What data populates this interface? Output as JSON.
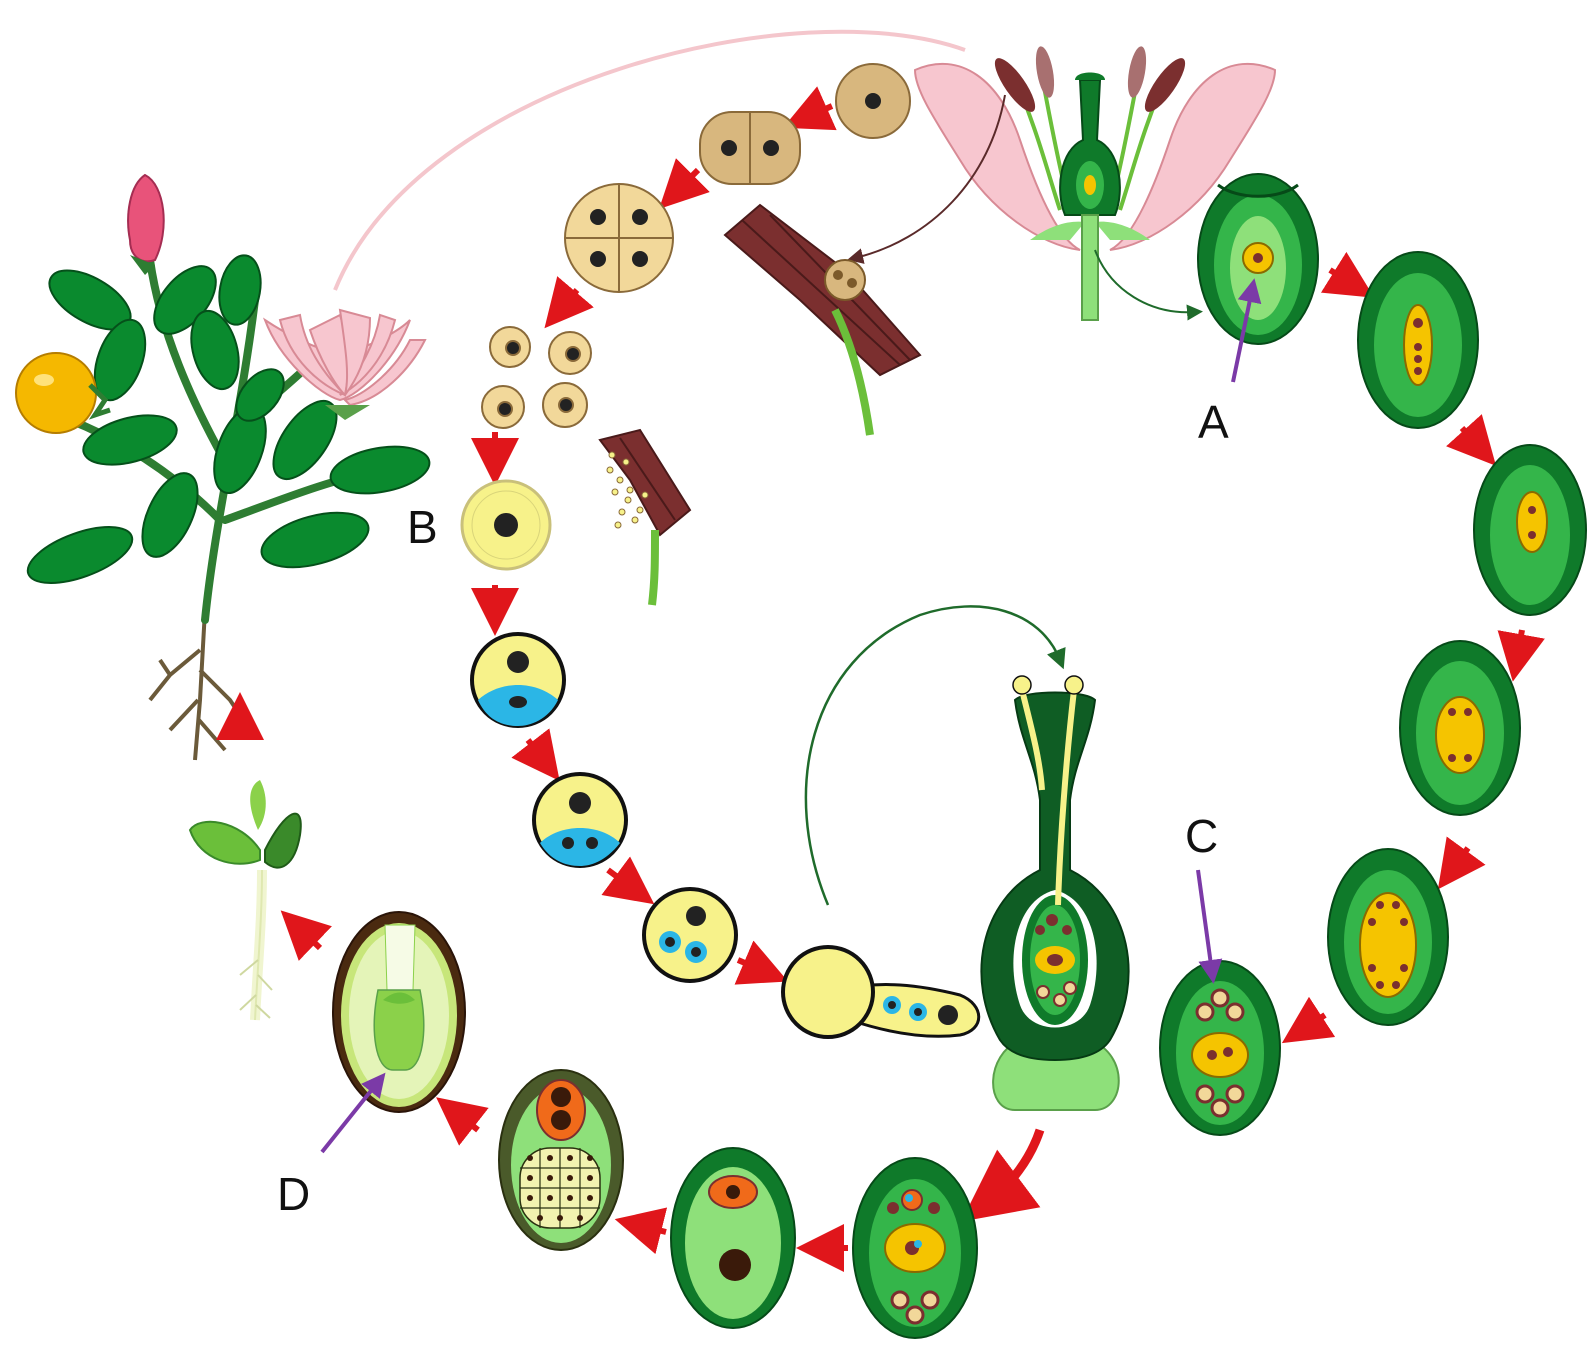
{
  "labels": {
    "a": "A",
    "b": "B",
    "c": "C",
    "d": "D"
  },
  "colors": {
    "leaf": "#0a8a2e",
    "stem": "#2e7d32",
    "petal": "#f7c6cf",
    "bud": "#e8537a",
    "fruit": "#f5b800",
    "anther": "#7b2f2f",
    "pollen_tan": "#d8b77e",
    "pollen_yellow": "#f7f28a",
    "nucleus": "#222222",
    "generative": "#2bb6e6",
    "ovule_dark": "#0f7a2a",
    "ovule_mid": "#34b54a",
    "ovule_light": "#8ee07a",
    "embryo_sac": "#f5c400",
    "arrow_red": "#e0161b",
    "pointer": "#7b3aa7",
    "endosperm_orange": "#f06a1a",
    "seed_coat": "#4a2a10",
    "cotyledon": "#8bd14a"
  },
  "icons": [
    "flowering-plant",
    "flower-section",
    "anther-icon",
    "pollen-tetrad-icon",
    "ovule-icon",
    "seed-icon",
    "seedling-icon"
  ]
}
